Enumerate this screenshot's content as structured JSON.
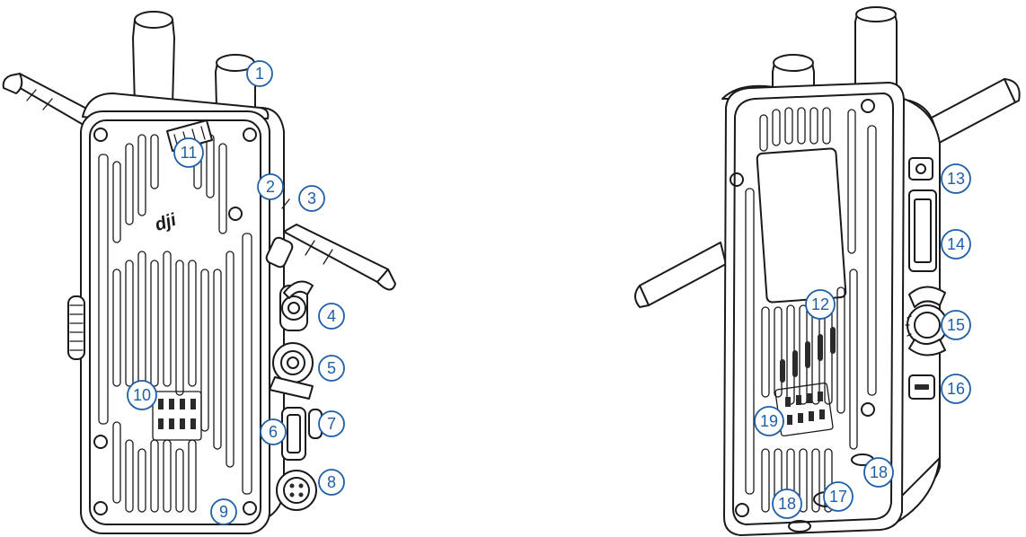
{
  "diagram": {
    "logo_text": "dji",
    "callouts": [
      "1",
      "2",
      "3",
      "4",
      "5",
      "6",
      "7",
      "8",
      "9",
      "10",
      "11",
      "12",
      "13",
      "14",
      "15",
      "16",
      "17",
      "18",
      "19"
    ]
  },
  "colors": {
    "callout": "#1f5fa8",
    "outline": "#1a1a1a",
    "background": "#ffffff"
  }
}
